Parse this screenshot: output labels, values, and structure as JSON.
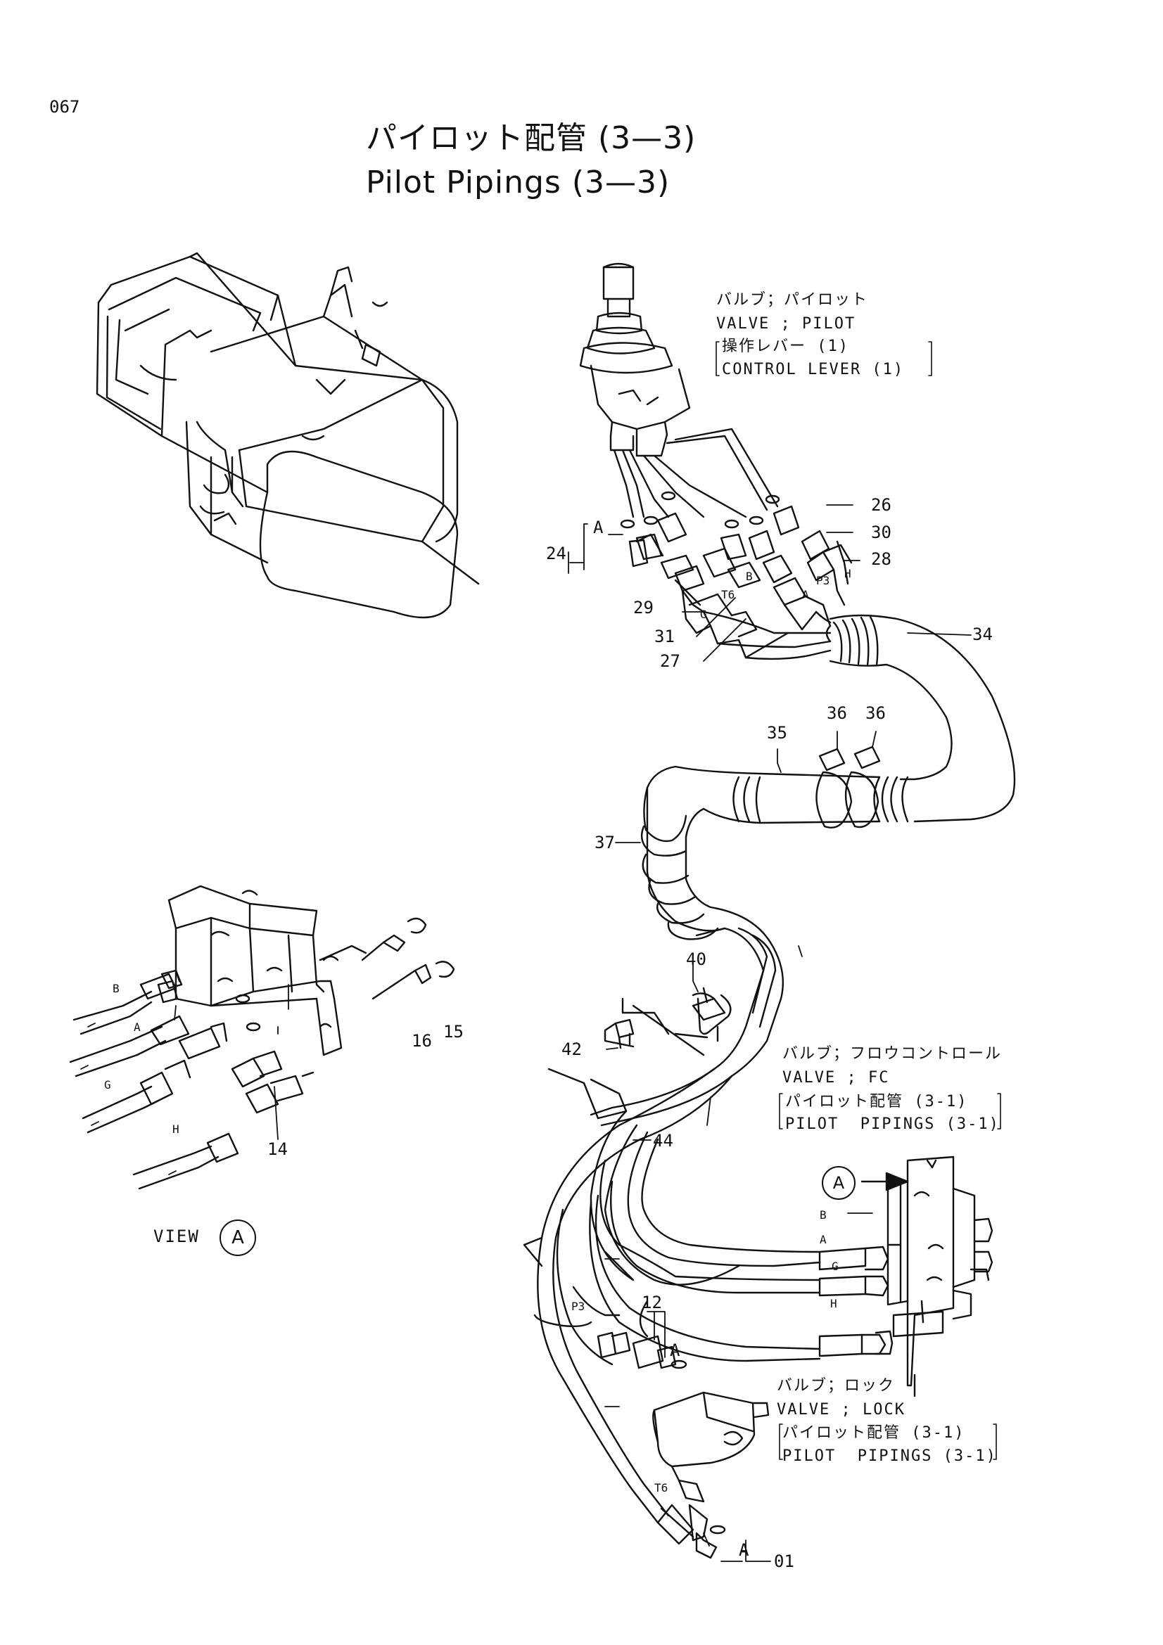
{
  "page_number": "067",
  "title_jp": "パイロット配管 (3—3)",
  "title_en": "Pilot Pipings (3—3)",
  "callouts": {
    "pilot_valve": {
      "line1": "バルブ；パイロット",
      "line2": "VALVE ; PILOT",
      "line3": "操作レバー (1)",
      "line4": "CONTROL LEVER (1)"
    },
    "fc_valve": {
      "line1": "バルブ；フロウコントロール",
      "line2": "VALVE ; FC",
      "line3": "パイロット配管 (3-1)",
      "line4": "PILOT  PIPINGS (3-1)"
    },
    "lock_valve": {
      "line1": "バルブ；ロック",
      "line2": "VALVE ; LOCK",
      "line3": "パイロット配管 (3-1)",
      "line4": "PILOT  PIPINGS (3-1)"
    }
  },
  "part_numbers": {
    "p01": "01",
    "p12": "12",
    "p14": "14",
    "p15": "15",
    "p16": "16",
    "p24": "24",
    "p26": "26",
    "p27": "27",
    "p28": "28",
    "p29": "29",
    "p30": "30",
    "p31": "31",
    "p34": "34",
    "p35": "35",
    "p36a": "36",
    "p36b": "36",
    "p37": "37",
    "p40": "40",
    "p42": "42",
    "p44": "44"
  },
  "hose_labels": {
    "top_a": "A",
    "top_b": "B",
    "top_t6": "T6",
    "top_g": "G",
    "top_p3": "P3",
    "top_a2": "A",
    "top_h": "H",
    "fc_b": "B",
    "fc_a": "A",
    "fc_g": "G",
    "fc_h": "H",
    "p3": "P3",
    "lock_a": "A",
    "t6": "T6",
    "bot_a": "A",
    "view_b": "B",
    "view_a": "A",
    "view_g": "G",
    "view_h": "H"
  },
  "view": {
    "label": "VIEW",
    "letter": "A"
  },
  "view_marker": "A"
}
